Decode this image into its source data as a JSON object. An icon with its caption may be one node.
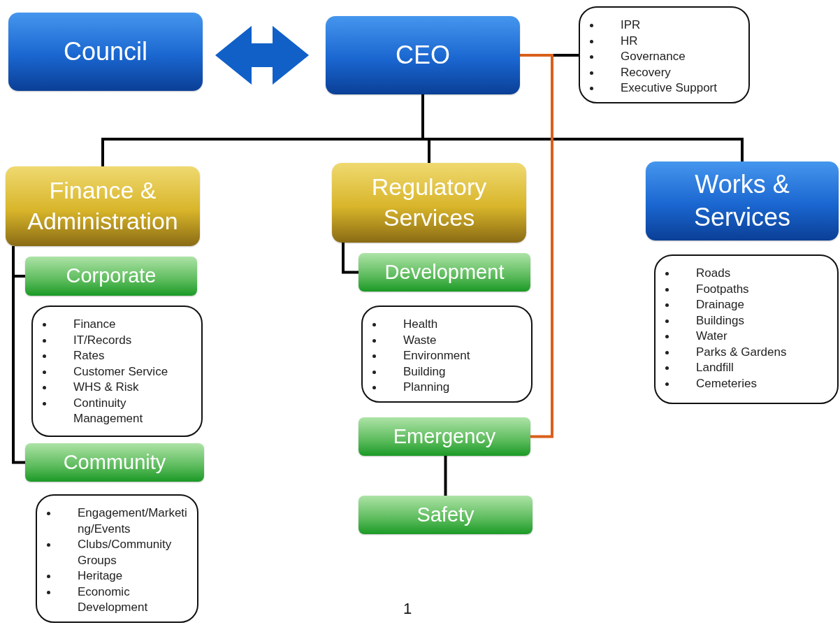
{
  "diagram": {
    "nodes": [
      {
        "text": [
          "Council"
        ]
      },
      {
        "text": [
          "CEO"
        ]
      },
      {
        "text": [
          "IPR",
          "HR",
          "Governance",
          "Recovery",
          "Executive Support"
        ]
      },
      {
        "text": [
          "Finance & Administration"
        ]
      },
      {
        "text": [
          "Regulatory Services"
        ]
      },
      {
        "text": [
          "Works & Services"
        ]
      },
      {
        "text": [
          "Corporate"
        ]
      },
      {
        "text": [
          "Finance",
          "IT/Records",
          "Rates",
          "Customer Service",
          "WHS & Risk",
          "Continuity Management"
        ]
      },
      {
        "text": [
          "Community"
        ]
      },
      {
        "text": [
          "Engagement/Marketing/Events",
          "Clubs/Community Groups",
          "Heritage",
          "Economic Development"
        ]
      },
      {
        "text": [
          "Development"
        ]
      },
      {
        "text": [
          "Health",
          "Waste",
          "Environment",
          "Building",
          "Planning"
        ]
      },
      {
        "text": [
          "Emergency"
        ]
      },
      {
        "text": [
          "Safety"
        ]
      },
      {
        "text": [
          "Roads",
          "Footpaths",
          "Drainage",
          "Buildings",
          "Water",
          "Parks & Gardens",
          "Landfill",
          "Cemeteries"
        ]
      }
    ],
    "edges": [
      {
        "from": 0,
        "to": 1,
        "arrow": "both",
        "style": "thick",
        "color": "#1060c8"
      },
      {
        "from": 1,
        "to": 2,
        "arrow": "none"
      },
      {
        "from": 1,
        "to": 3,
        "arrow": "none"
      },
      {
        "from": 1,
        "to": 4,
        "arrow": "none"
      },
      {
        "from": 1,
        "to": 5,
        "arrow": "none"
      },
      {
        "from": 3,
        "to": 6,
        "arrow": "none"
      },
      {
        "from": 3,
        "to": 8,
        "arrow": "none"
      },
      {
        "from": 4,
        "to": 10,
        "arrow": "none"
      },
      {
        "from": 12,
        "to": 13,
        "arrow": "none"
      },
      {
        "from": 1,
        "to": 12,
        "arrow": "none",
        "color": "#d9601a"
      }
    ],
    "labels": [
      "1"
    ]
  }
}
